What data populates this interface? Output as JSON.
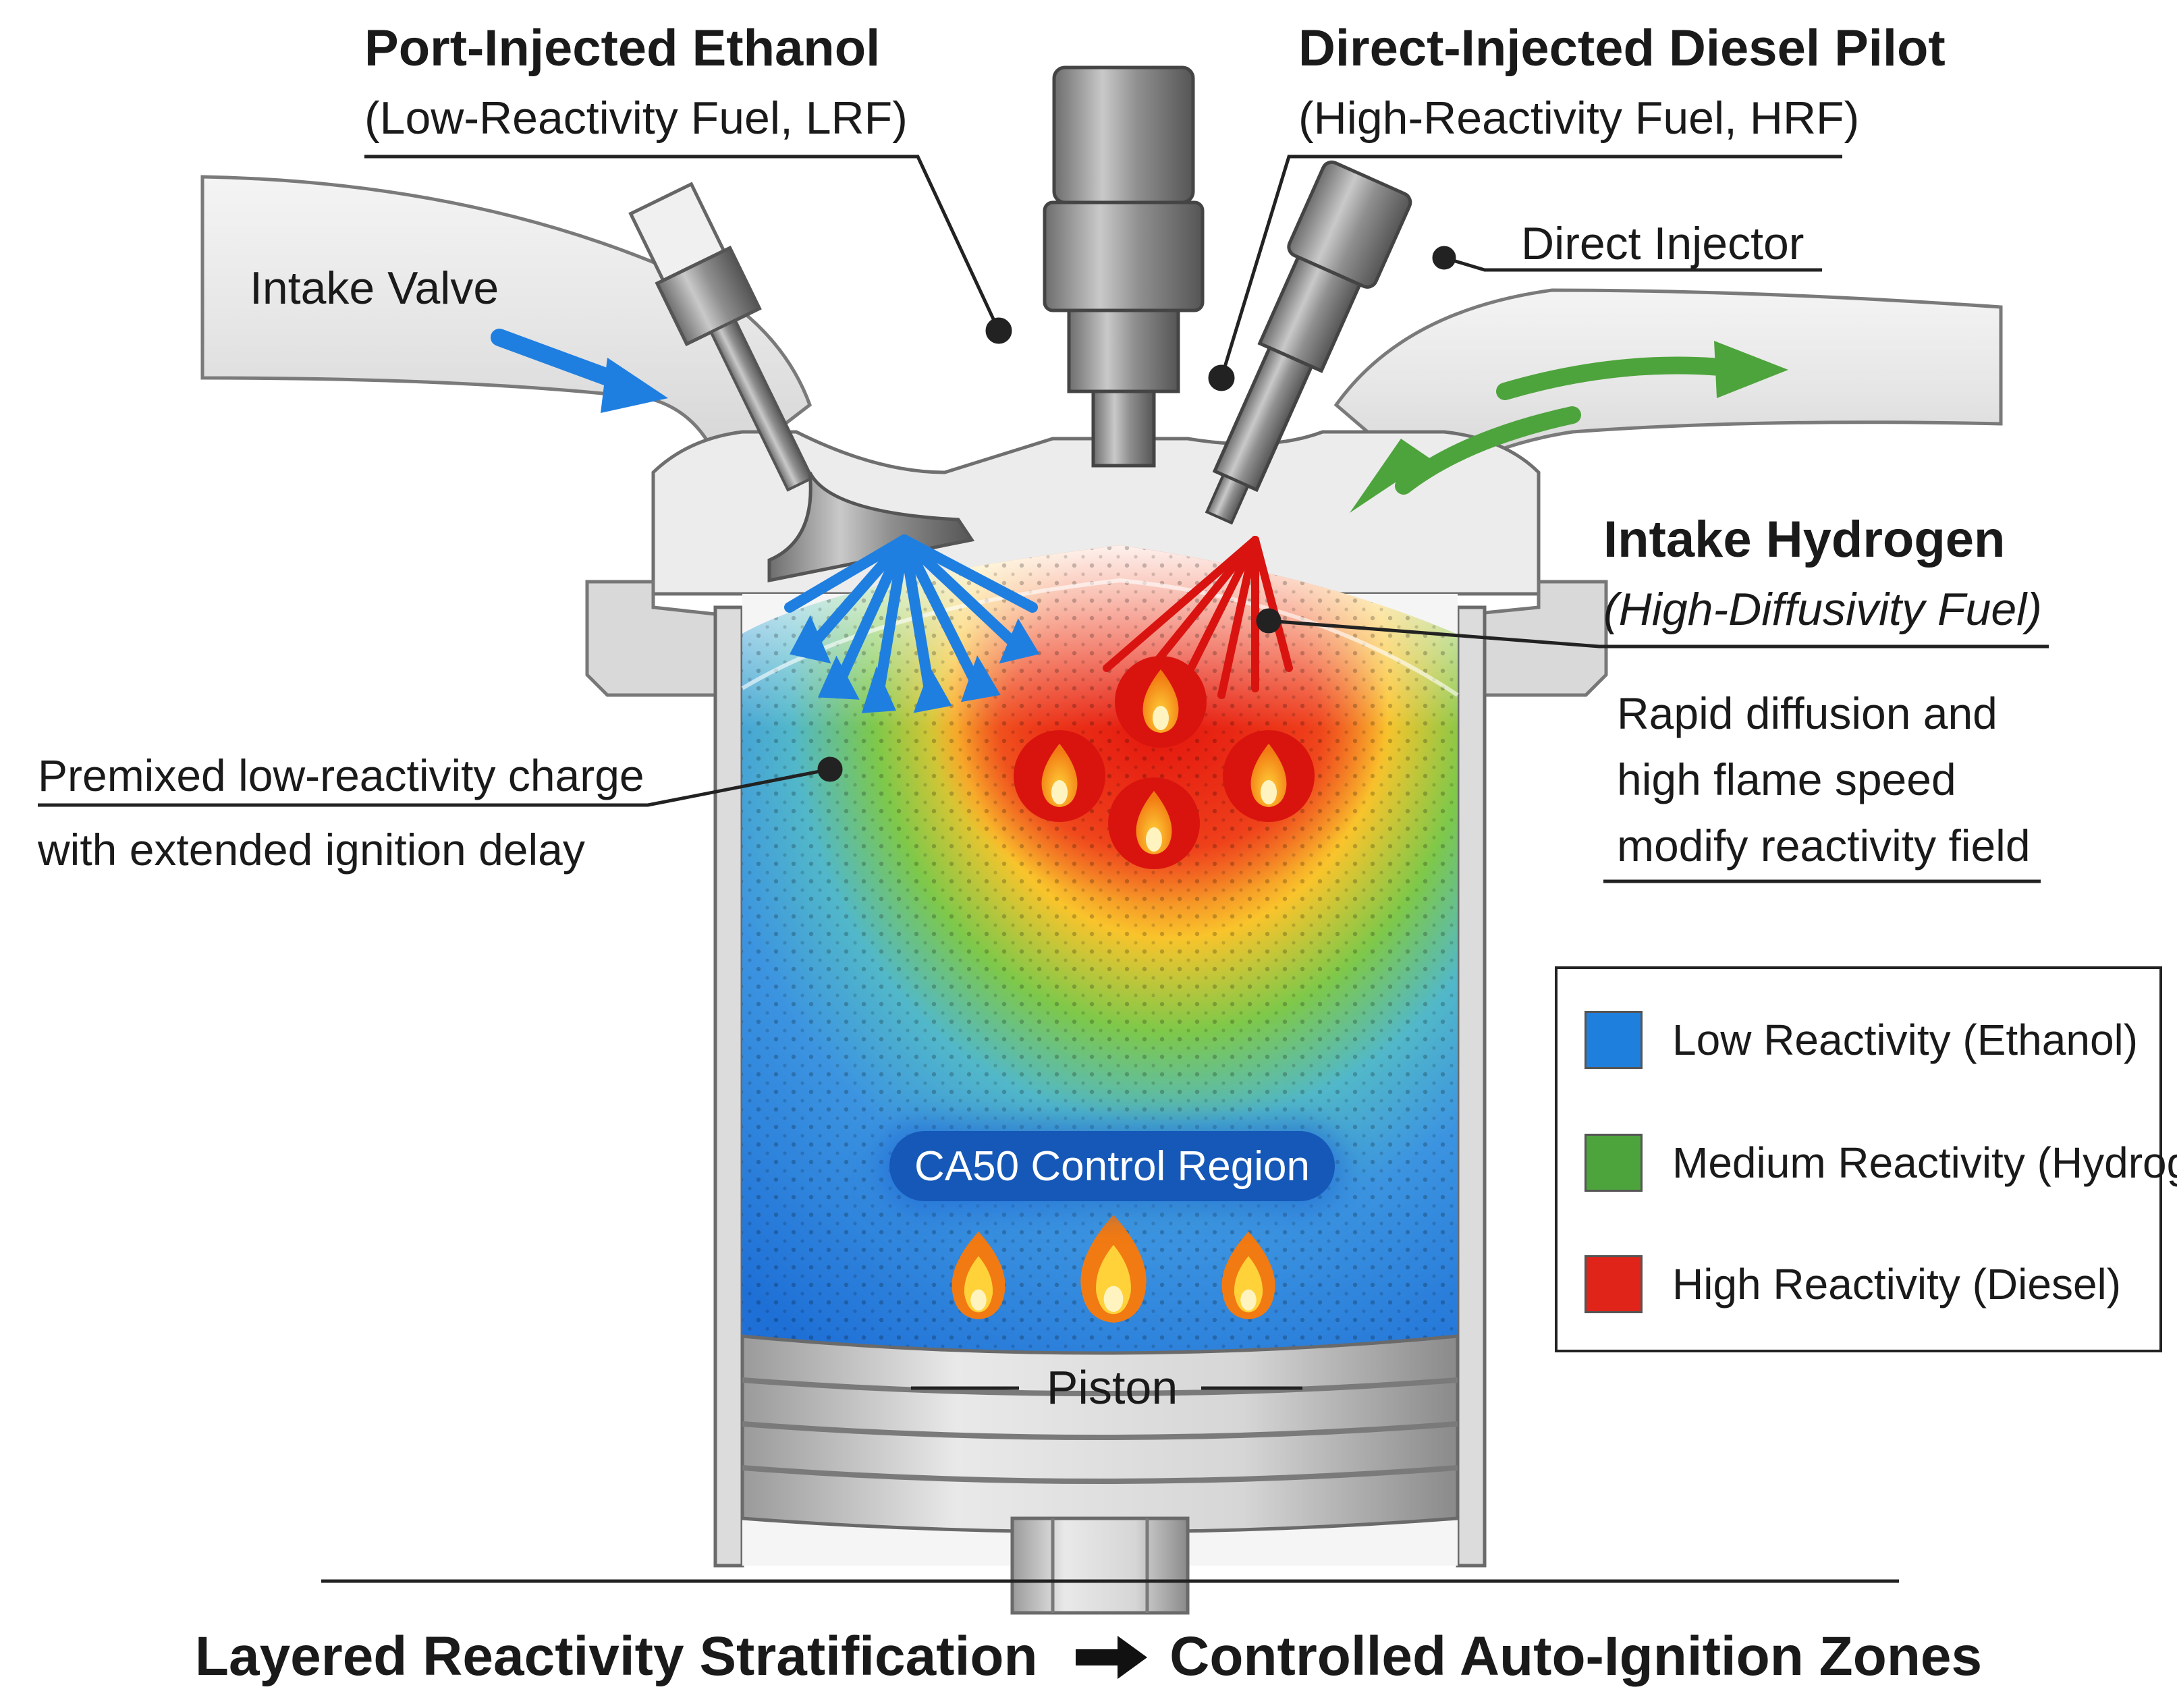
{
  "labels": {
    "port_title": "Port-Injected Ethanol",
    "port_sub": "(Low-Reactivity Fuel, LRF)",
    "direct_title": "Direct-Injected Diesel Pilot",
    "direct_sub": "(High-Reactivity Fuel, HRF)",
    "direct_injector": "Direct Injector",
    "intake_valve": "Intake Valve",
    "hydrogen_title": "Intake Hydrogen",
    "hydrogen_sub": "(High-Diffusivity Fuel)",
    "hydrogen_desc_1": "Rapid diffusion and",
    "hydrogen_desc_2": "high flame speed",
    "hydrogen_desc_3": "modify reactivity field",
    "premixed_1": "Premixed low-reactivity charge",
    "premixed_2": "with extended ignition delay",
    "ca50": "CA50 Control Region",
    "piston": "Piston"
  },
  "legend": [
    {
      "label": "Low Reactivity (Ethanol)",
      "color": "#1e7fdc"
    },
    {
      "label": "Medium Reactivity (Hydrogen)",
      "color": "#4ea43c"
    },
    {
      "label": "High Reactivity (Diesel)",
      "color": "#e0241a"
    }
  ],
  "bottom": {
    "left": "Layered Reactivity Stratification",
    "right": "Controlled Auto-Ignition Zones"
  },
  "icons": [
    "intake-flow-arrow-icon",
    "exhaust-flow-arrow-icon",
    "flame-icon",
    "spray-icon"
  ]
}
